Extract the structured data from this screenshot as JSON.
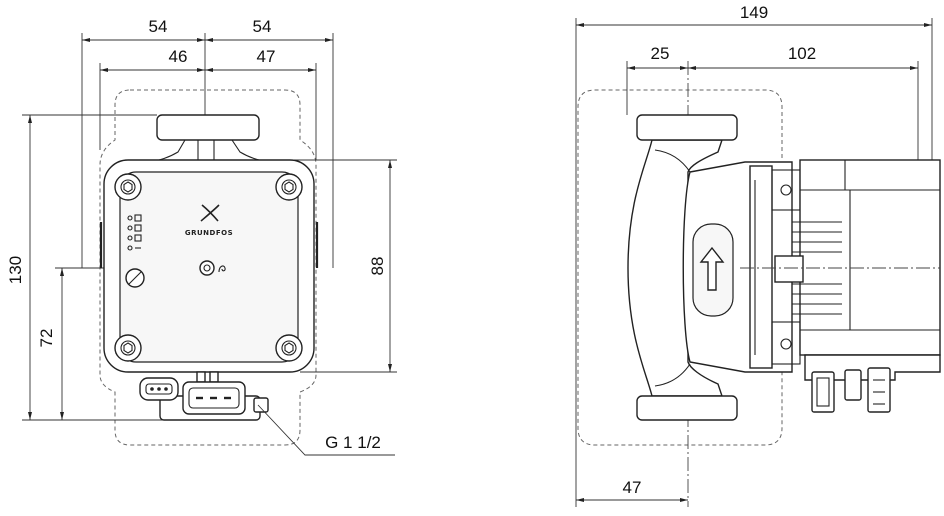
{
  "front_view": {
    "dim_width_left_outer": "54",
    "dim_width_right_outer": "54",
    "dim_width_left_inner": "46",
    "dim_width_right_inner": "47",
    "dim_height_total": "130",
    "dim_height_axis": "72",
    "dim_height_body": "88",
    "thread_label": "G 1 1/2",
    "logo_text": "GRUNDFOS"
  },
  "side_view": {
    "dim_overall_length": "149",
    "dim_flange_to_axis": "25",
    "dim_axis_to_end": "102",
    "dim_bottom_axis": "47"
  },
  "icons": {
    "brand": "grundfos-logo-icon",
    "flow_direction": "arrow-up-icon"
  },
  "colors": {
    "line": "#333333",
    "hidden_outline": "#666666",
    "background": "#ffffff"
  }
}
